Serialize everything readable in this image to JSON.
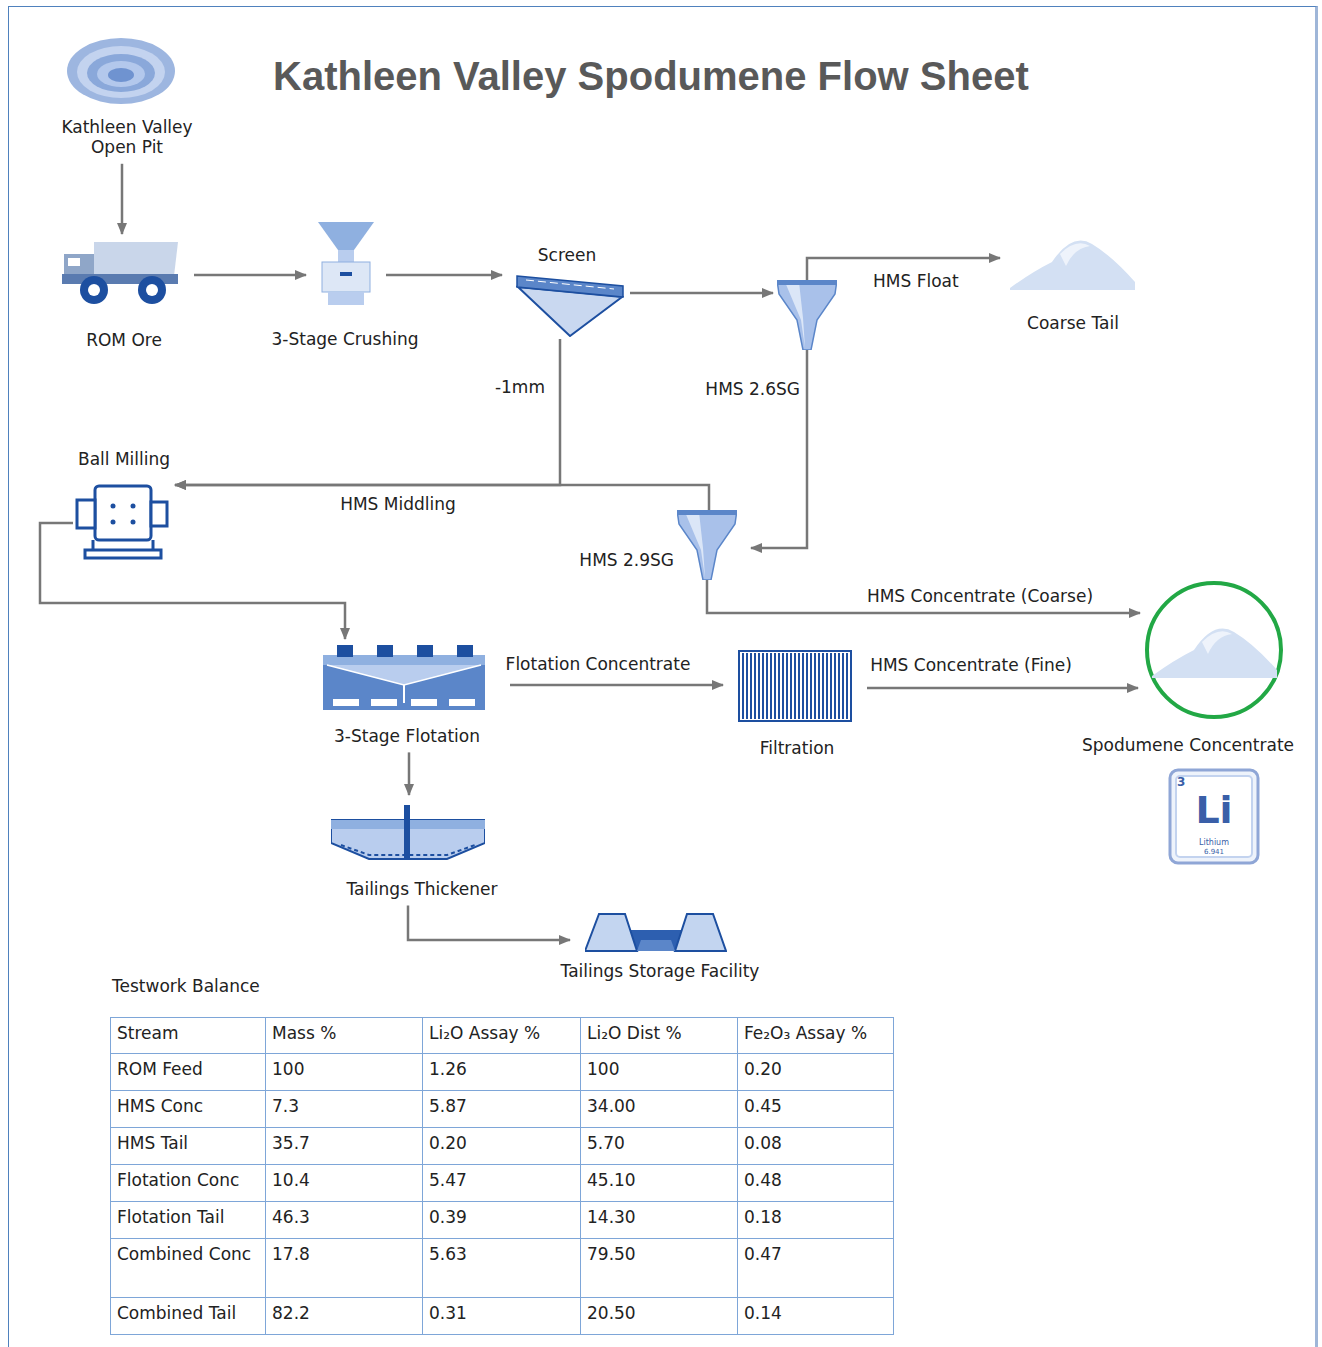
{
  "diagram": {
    "title": "Kathleen Valley Spodumene Flow Sheet",
    "nodes": [
      {
        "text": [
          "Kathleen Valley Open Pit"
        ]
      },
      {
        "text": [
          "ROM Ore"
        ]
      },
      {
        "text": [
          "3-Stage Crushing"
        ]
      },
      {
        "text": [
          "Screen"
        ]
      },
      {
        "text": [
          "HMS 2.6SG"
        ]
      },
      {
        "text": [
          "Coarse Tail"
        ]
      },
      {
        "text": [
          "HMS 2.9SG"
        ]
      },
      {
        "text": [
          "Ball Milling"
        ]
      },
      {
        "text": [
          "3-Stage Flotation"
        ]
      },
      {
        "text": [
          "Filtration"
        ]
      },
      {
        "text": [
          "Spodumene Concentrate"
        ]
      },
      {
        "text": [
          "Tailings Thickener"
        ]
      },
      {
        "text": [
          "Tailings Storage Facility"
        ]
      },
      {
        "text": [
          "3",
          "Li",
          "Lithium",
          "6.941"
        ]
      }
    ],
    "edges": [
      {
        "from": 0,
        "to": 1,
        "arrow": "to"
      },
      {
        "from": 1,
        "to": 2,
        "arrow": "to"
      },
      {
        "from": 2,
        "to": 3,
        "arrow": "to"
      },
      {
        "from": 3,
        "to": 4,
        "arrow": "to"
      },
      {
        "from": 4,
        "to": 5,
        "label": "HMS Float",
        "arrow": "to"
      },
      {
        "from": 4,
        "to": 6,
        "arrow": "to"
      },
      {
        "from": 3,
        "to": 7,
        "label": "-1mm",
        "arrow": "to"
      },
      {
        "from": 6,
        "to": 7,
        "label": "HMS Middling",
        "arrow": "to"
      },
      {
        "from": 6,
        "to": 10,
        "label": "HMS Concentrate (Coarse)",
        "arrow": "to"
      },
      {
        "from": 7,
        "to": 8,
        "arrow": "to"
      },
      {
        "from": 8,
        "to": 9,
        "label": "Flotation Concentrate",
        "arrow": "to"
      },
      {
        "from": 9,
        "to": 10,
        "label": "HMS Concentrate (Fine)",
        "arrow": "to"
      },
      {
        "from": 8,
        "to": 11,
        "arrow": "to"
      },
      {
        "from": 11,
        "to": 12,
        "arrow": "to"
      }
    ],
    "labels": [
      "Testwork Balance",
      "Stream",
      "Mass %",
      "Li₂O Assay %",
      "Li₂O Dist %",
      "Fe₂O₃ Assay %",
      "ROM Feed",
      "100",
      "1.26",
      "100",
      "0.20",
      "HMS Conc",
      "7.3",
      "5.87",
      "34.00",
      "0.45",
      "HMS Tail",
      "35.7",
      "0.20",
      "5.70",
      "0.08",
      "Flotation Conc",
      "10.4",
      "5.47",
      "45.10",
      "0.48",
      "Flotation Tail",
      "46.3",
      "0.39",
      "14.30",
      "0.18",
      "Combined Conc",
      "17.8",
      "5.63",
      "79.50",
      "0.47",
      "Combined Tail",
      "82.2",
      "0.31",
      "20.50",
      "0.14"
    ]
  }
}
